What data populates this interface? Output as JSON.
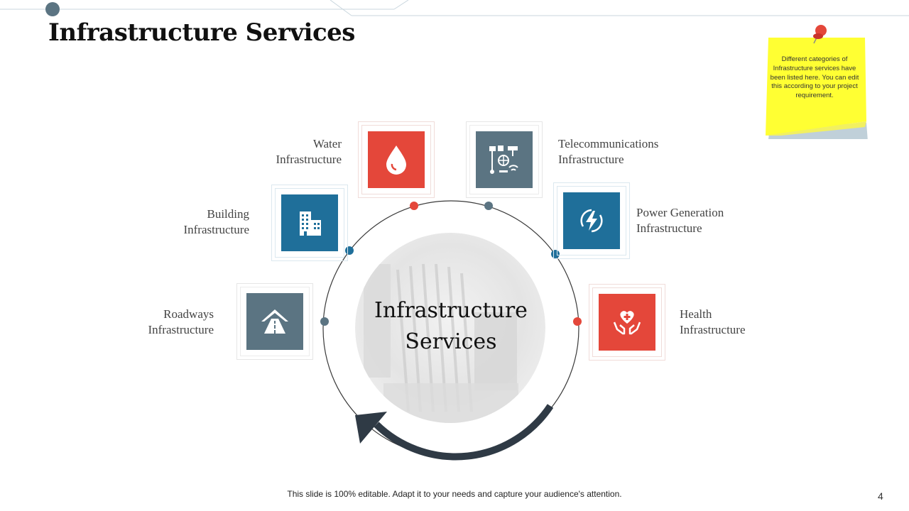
{
  "slide": {
    "title": "Infrastructure Services",
    "center_title_line1": "Infrastructure",
    "center_title_line2": "Services",
    "footer": "This slide is 100% editable. Adapt it to your needs and capture your audience's attention.",
    "page_number": "4"
  },
  "sticky_note": {
    "text": "Different categories of Infrastructure services have been listed here. You can edit this according to your project requirement."
  },
  "services": [
    {
      "line1": "Water",
      "line2": "Infrastructure",
      "icon": "water-drop-icon",
      "color": "#e4473a"
    },
    {
      "line1": "Telecommunications",
      "line2": "Infrastructure",
      "icon": "telecom-network-icon",
      "color": "#5b7482"
    },
    {
      "line1": "Building",
      "line2": "Infrastructure",
      "icon": "building-icon",
      "color": "#1f6f9a"
    },
    {
      "line1": "Power Generation",
      "line2": "Infrastructure",
      "icon": "lightning-icon",
      "color": "#1f6f9a"
    },
    {
      "line1": "Roadways",
      "line2": "Infrastructure",
      "icon": "road-icon",
      "color": "#5b7482"
    },
    {
      "line1": "Health",
      "line2": "Infrastructure",
      "icon": "heart-hands-icon",
      "color": "#e4473a"
    }
  ],
  "colors": {
    "red": "#e4473a",
    "slate": "#5b7482",
    "blue": "#1f6f9a",
    "arrow": "#2f3a45",
    "note": "#ffff33"
  }
}
